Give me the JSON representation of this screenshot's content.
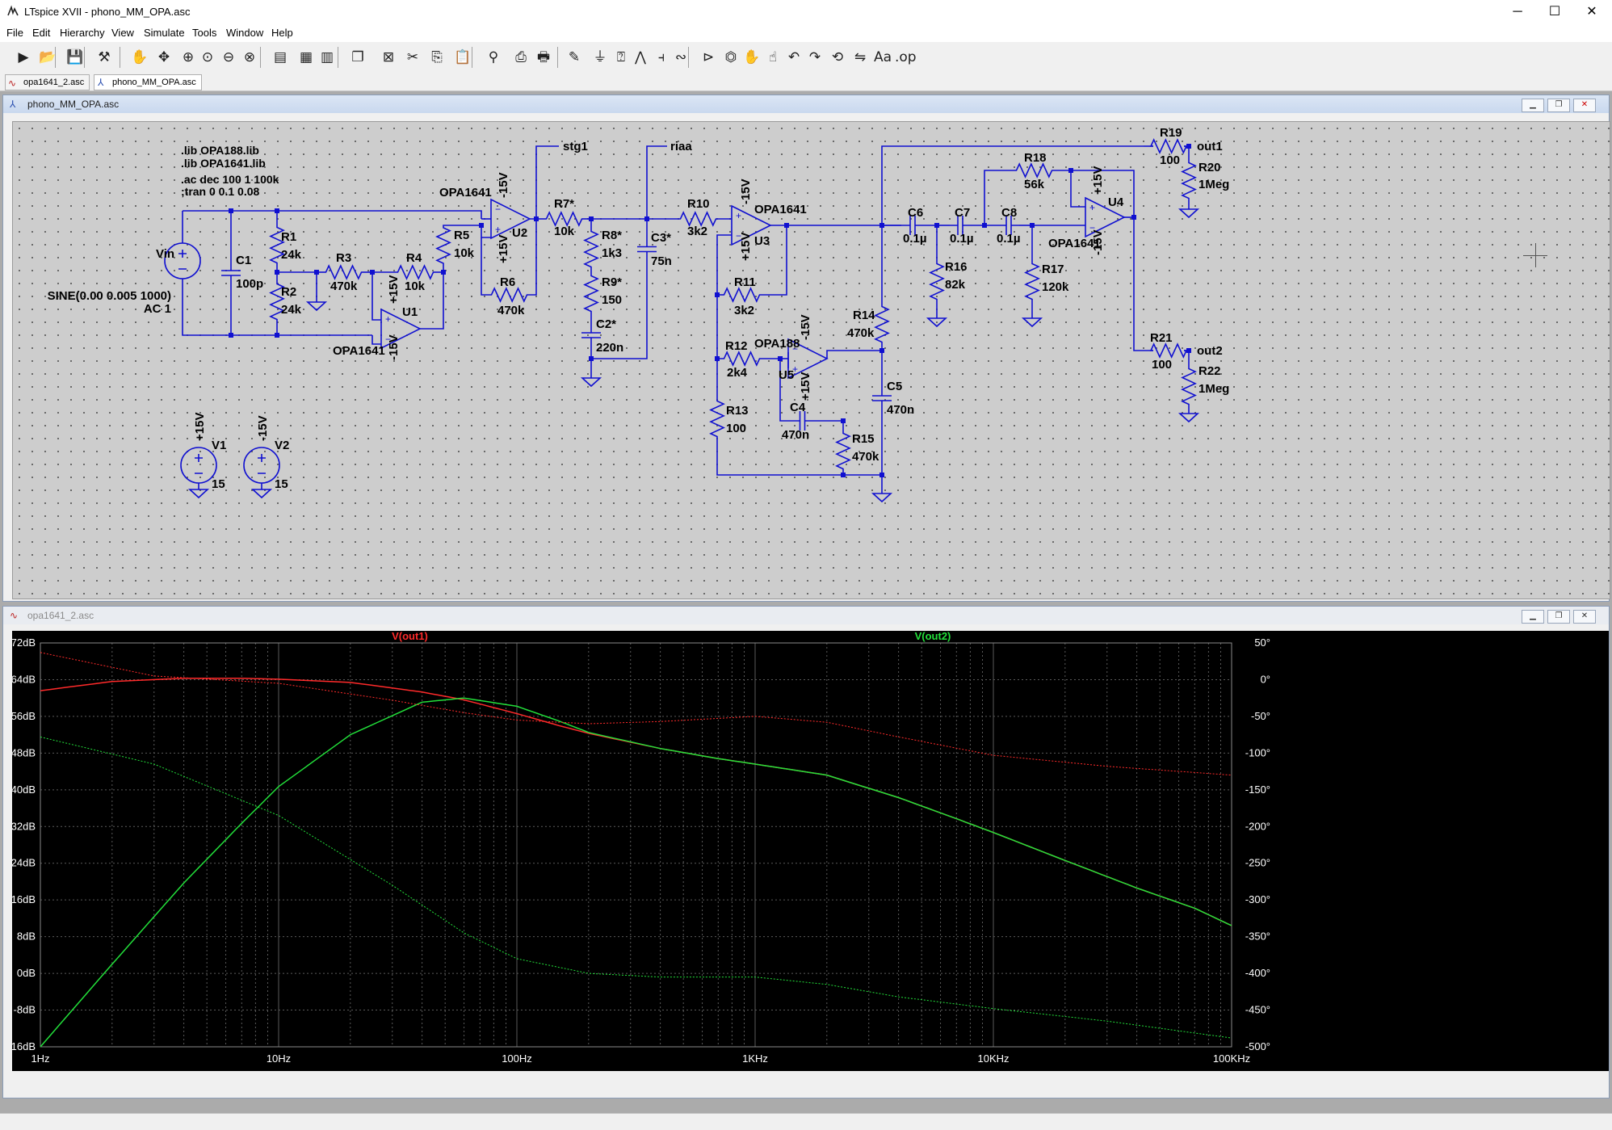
{
  "window": {
    "title": "LTspice XVII - phono_MM_OPA.asc",
    "controls": {
      "minimize": "─",
      "maximize": "☐",
      "close": "✕"
    }
  },
  "menu": [
    "File",
    "Edit",
    "Hierarchy",
    "View",
    "Simulate",
    "Tools",
    "Window",
    "Help"
  ],
  "toolbar_icons": [
    "run-icon",
    "open-icon",
    "save-icon",
    "control-panel-icon",
    "halt-icon",
    "pan-icon",
    "zoom-in-icon",
    "zoom-back-icon",
    "zoom-out-icon",
    "zoom-fit-icon",
    "autorange-icon",
    "plot-settings-icon",
    "tile-icon",
    "cascade-icon",
    "close-window-icon",
    "cut-icon",
    "copy-icon",
    "paste-icon",
    "find-icon",
    "print-preview-icon",
    "print-icon",
    "wire-icon",
    "ground-icon",
    "label-icon",
    "resistor-icon",
    "capacitor-icon",
    "inductor-icon",
    "diode-icon",
    "component-icon",
    "move-icon",
    "drag-icon",
    "undo-icon",
    "redo-icon",
    "rotate-icon",
    "mirror-icon",
    "text-icon",
    "spice-directive-icon"
  ],
  "doc_tabs": [
    {
      "label": "opa1641_2.asc",
      "icon": "waveform-icon",
      "active": false
    },
    {
      "label": "phono_MM_OPA.asc",
      "icon": "schematic-icon",
      "active": true
    }
  ],
  "schematic_window": {
    "title": "phono_MM_OPA.asc",
    "directives": [
      ".lib OPA188.lib",
      ".lib OPA1641.lib",
      ".ac dec 100 1 100k",
      ";tran 0 0.1 0.08"
    ],
    "source": {
      "name": "Vin",
      "value1": "SINE(0.00 0.005 1000)",
      "value2": "AC 1"
    },
    "supplies": [
      {
        "name": "V1",
        "value": "15",
        "rail": "+15V"
      },
      {
        "name": "V2",
        "value": "15",
        "rail": "-15V"
      }
    ],
    "net_labels": [
      "stg1",
      "riaa",
      "out1",
      "out2"
    ],
    "rail_labels": {
      "pos": "+15V",
      "neg": "-15V"
    },
    "components": [
      {
        "ref": "C1",
        "value": "100p"
      },
      {
        "ref": "R1",
        "value": "24k"
      },
      {
        "ref": "R2",
        "value": "24k"
      },
      {
        "ref": "R3",
        "value": "470k"
      },
      {
        "ref": "R4",
        "value": "10k"
      },
      {
        "ref": "R5",
        "value": "10k"
      },
      {
        "ref": "R6",
        "value": "470k"
      },
      {
        "ref": "R7*",
        "value": "10k"
      },
      {
        "ref": "R8*",
        "value": "1k3"
      },
      {
        "ref": "R9*",
        "value": "150"
      },
      {
        "ref": "C2*",
        "value": "220n"
      },
      {
        "ref": "C3*",
        "value": "75n"
      },
      {
        "ref": "R10",
        "value": "3k2"
      },
      {
        "ref": "R11",
        "value": "3k2"
      },
      {
        "ref": "R12",
        "value": "2k4"
      },
      {
        "ref": "R13",
        "value": "100"
      },
      {
        "ref": "C4",
        "value": "470n"
      },
      {
        "ref": "R15",
        "value": "470k"
      },
      {
        "ref": "R14",
        "value": "470k"
      },
      {
        "ref": "C5",
        "value": "470n"
      },
      {
        "ref": "C6",
        "value": "0.1µ"
      },
      {
        "ref": "C7",
        "value": "0.1µ"
      },
      {
        "ref": "C8",
        "value": "0.1µ"
      },
      {
        "ref": "R16",
        "value": "82k"
      },
      {
        "ref": "R17",
        "value": "120k"
      },
      {
        "ref": "R18",
        "value": "56k"
      },
      {
        "ref": "R19",
        "value": "100"
      },
      {
        "ref": "R20",
        "value": "1Meg"
      },
      {
        "ref": "R21",
        "value": "100"
      },
      {
        "ref": "R22",
        "value": "1Meg"
      }
    ],
    "opamps": [
      {
        "ref": "U1",
        "model": "OPA1641"
      },
      {
        "ref": "U2",
        "model": "OPA1641"
      },
      {
        "ref": "U3",
        "model": "OPA1641"
      },
      {
        "ref": "U4",
        "model": "OPA1641"
      },
      {
        "ref": "U5",
        "model": "OPA188"
      }
    ]
  },
  "plot_window": {
    "title": "opa1641_2.asc",
    "colors": {
      "out1": "#ff2a2a",
      "out2": "#22e03a",
      "grid": "#5a5a5a",
      "bg": "#000000"
    },
    "chart_data": {
      "type": "line",
      "x_scale": "log",
      "xlim": [
        1,
        100000
      ],
      "ylim_left_db": [
        -16,
        72
      ],
      "ylim_right_deg": [
        -500,
        50
      ],
      "x_ticks": [
        "1Hz",
        "10Hz",
        "100Hz",
        "1KHz",
        "10KHz",
        "100KHz"
      ],
      "y_ticks_left": [
        "72dB",
        "64dB",
        "56dB",
        "48dB",
        "40dB",
        "32dB",
        "24dB",
        "16dB",
        "8dB",
        "0dB",
        "-8dB",
        "-16dB"
      ],
      "y_ticks_right": [
        "50°",
        "0°",
        "-50°",
        "-100°",
        "-150°",
        "-200°",
        "-250°",
        "-300°",
        "-350°",
        "-400°",
        "-450°",
        "-500°"
      ],
      "series": [
        {
          "name": "V(out1)",
          "kind": "magnitude",
          "x": [
            1,
            2,
            4,
            7,
            10,
            20,
            40,
            60,
            100,
            150,
            200,
            400,
            700,
            1000,
            2000,
            4000,
            7000,
            10000,
            20000,
            40000,
            70000,
            100000
          ],
          "y": [
            61.6,
            63.6,
            64.3,
            64.3,
            64.1,
            63.4,
            61.3,
            59.6,
            56.6,
            54.0,
            52.3,
            49.0,
            46.8,
            45.6,
            43.2,
            38.3,
            33.7,
            30.7,
            24.6,
            18.6,
            14.2,
            10.4
          ]
        },
        {
          "name": "V(out2)",
          "kind": "magnitude",
          "x": [
            1,
            2,
            4,
            7,
            10,
            20,
            40,
            60,
            100,
            150,
            200,
            400,
            700,
            1000,
            2000,
            4000,
            7000,
            10000,
            20000,
            40000,
            70000,
            100000
          ],
          "y": [
            -16.0,
            2.0,
            19.7,
            32.7,
            40.7,
            52.0,
            59.1,
            60.0,
            58.2,
            55.0,
            52.5,
            49.0,
            46.8,
            45.6,
            43.2,
            38.3,
            33.7,
            30.7,
            24.6,
            18.6,
            14.2,
            10.4
          ]
        },
        {
          "name": "V(out1)",
          "kind": "phase",
          "x": [
            1,
            3,
            10,
            30,
            60,
            100,
            200,
            400,
            1000,
            2000,
            4000,
            10000,
            30000,
            100000
          ],
          "y": [
            37,
            5,
            -5,
            -28,
            -45,
            -55,
            -60,
            -57,
            -50,
            -58,
            -78,
            -103,
            -118,
            -130
          ]
        },
        {
          "name": "V(out2)",
          "kind": "phase",
          "x": [
            1,
            3,
            10,
            30,
            60,
            100,
            200,
            400,
            1000,
            2000,
            4000,
            10000,
            30000,
            100000
          ],
          "y": [
            -78,
            -115,
            -185,
            -280,
            -345,
            -380,
            -400,
            -405,
            -405,
            -415,
            -432,
            -448,
            -465,
            -488
          ]
        }
      ]
    }
  }
}
